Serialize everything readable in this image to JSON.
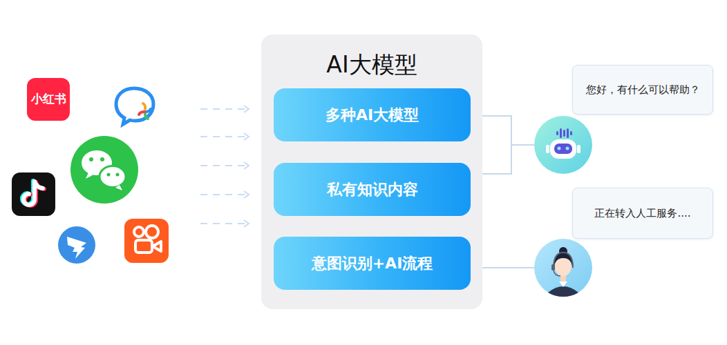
{
  "diagram": {
    "nodes": [
      {
        "text": [
          "AI大模型"
        ]
      },
      {
        "text": [
          "多种AI大模型"
        ],
        "in": 0
      },
      {
        "text": [
          "私有知识内容"
        ],
        "in": 0
      },
      {
        "text": [
          "意图识别+AI流程"
        ],
        "in": 0
      },
      {
        "text": [
          "您好，有什么可以帮助？"
        ]
      },
      {
        "text": [
          "正在转入人工服务...."
        ]
      }
    ],
    "labels": [
      "小红书"
    ]
  }
}
